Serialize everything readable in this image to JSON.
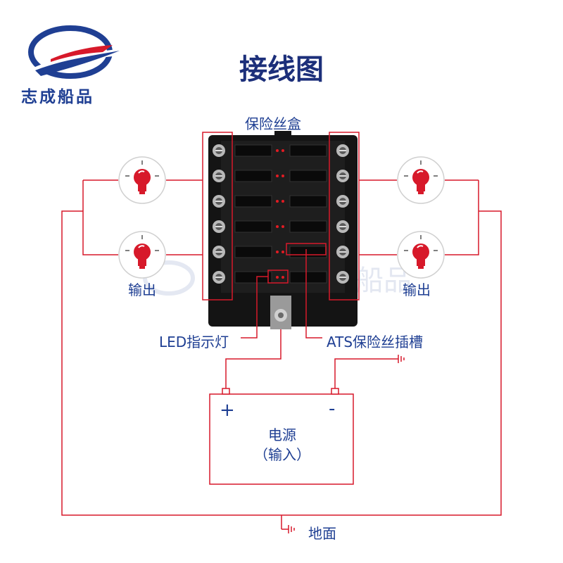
{
  "brand": {
    "name": "志成船品",
    "colors": {
      "navy": "#1f3f93",
      "red": "#d7192a"
    }
  },
  "title": "接线图",
  "labels": {
    "fuse_box": "保险丝盒",
    "output_left": "输出",
    "output_right": "输出",
    "led": "LED指示灯",
    "ats_slot": "ATS保险丝插槽",
    "plus": "+",
    "minus": "-",
    "power_source": "电源",
    "power_input": "（输入）",
    "ground": "地面"
  },
  "fuse_box": {
    "terminals_per_side": 6,
    "indicator_color": "#e21b23"
  },
  "icons": [
    "logo-icon",
    "bulb-icon",
    "ground-symbol-icon"
  ],
  "wire_color": "#d7192a"
}
